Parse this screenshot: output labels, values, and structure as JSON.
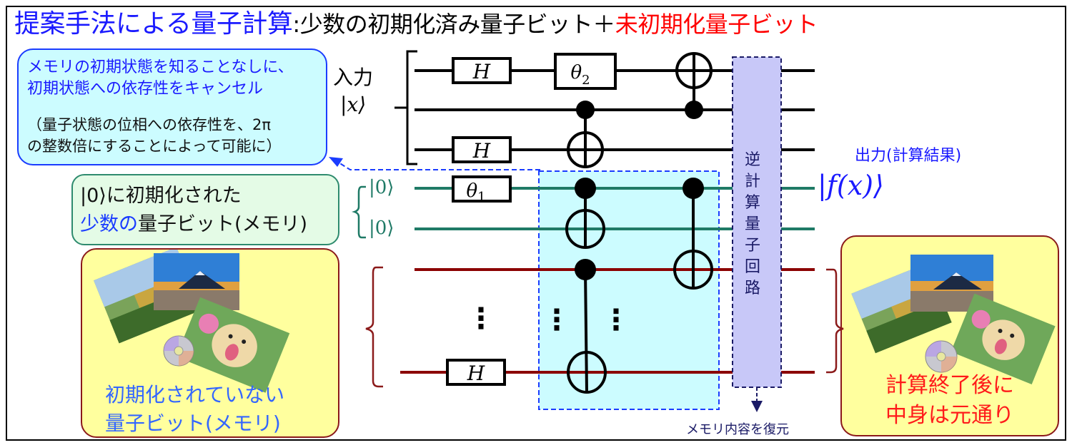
{
  "title": {
    "part1": "提案手法による量子計算",
    "part2": ":少数の初期化済み量子ビット＋",
    "part3": "未初期化量子ビット"
  },
  "note_box": {
    "line1": "メモリの初期状態を知ることなしに、",
    "line2": "初期状態への依存性をキャンセル",
    "line3": "（量子状態の位相への依存性を、2π",
    "line4": "の整数倍にすることによって可能に）"
  },
  "init_box": {
    "line1": "|0⟩に初期化された",
    "line2_blue": "少数の",
    "line2_rest": "量子ビット(メモリ)"
  },
  "uninit_box": {
    "line1": "初期化されていない",
    "line2": "量子ビット(メモリ)",
    "images": [
      "temple-photo",
      "mountain-photo",
      "dog-photo",
      "disc-icon"
    ]
  },
  "result_box": {
    "line1": "計算終了後に",
    "line2": "中身は元通り",
    "images": [
      "temple-photo",
      "mountain-photo",
      "dog-photo",
      "disc-icon"
    ]
  },
  "circuit": {
    "input_label": "入力",
    "input_ket": "|x⟩",
    "ancilla_ket": "|0⟩",
    "output_label": "出力(計算結果)",
    "output_ket": "|f(x)⟩",
    "inverse_block_label": "逆計算量子回路",
    "restore_label": "メモリ内容を復元",
    "gates": {
      "h": "H",
      "theta1": "θ",
      "theta1_sub": "1",
      "theta2": "θ",
      "theta2_sub": "2"
    },
    "ellipsis": "⋮"
  },
  "colors": {
    "title_blue": "#1a1aff",
    "title_red": "#ff0000",
    "input_wire": "#000000",
    "ancilla_wire": "#1f7a66",
    "memory_wire": "#8b0000",
    "highlight_fill": "#ccfcff",
    "highlight_border": "#1a3cff",
    "inverse_fill": "#c8c8f8",
    "inverse_border": "#1a1a66"
  }
}
